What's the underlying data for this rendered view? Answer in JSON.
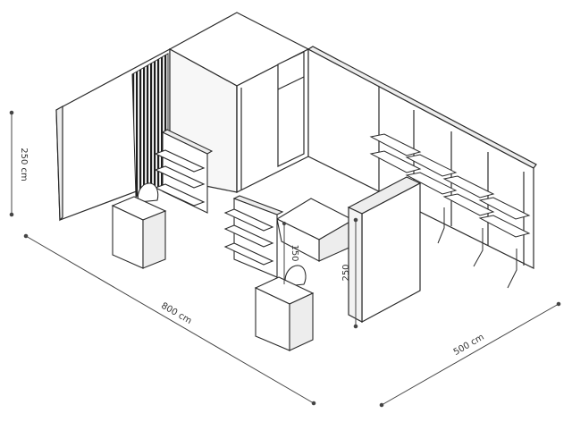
{
  "dimensions": {
    "height_label": "250 cm",
    "length_label": "800 cm",
    "depth_label": "500 cm",
    "partition_height_label": "250",
    "counter_height_label": "150"
  },
  "colors": {
    "wall_outline": "#2b2b2b",
    "wall_fill": "#ffffff",
    "wall_shade": "#ededed",
    "slat": "#1e1e1e",
    "dimension_line": "#444444"
  }
}
